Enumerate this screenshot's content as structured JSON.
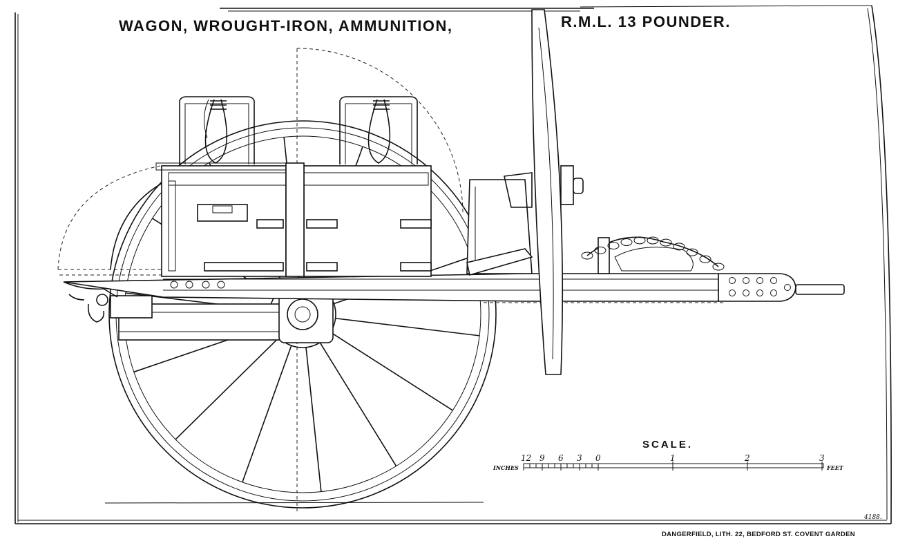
{
  "title": {
    "left": "WAGON, WROUGHT-IRON, AMMUNITION,",
    "right": "R.M.L. 13 POUNDER."
  },
  "scale": {
    "title": "SCALE.",
    "inches_label": "INCHES",
    "feet_label": "FEET",
    "inch_ticks": [
      "12",
      "9",
      "6",
      "3",
      "0"
    ],
    "feet_ticks": [
      "1",
      "2",
      "3"
    ]
  },
  "plate_number": "4188.",
  "credit": "DANGERFIELD, LITH. 22, BEDFORD ST. COVENT GARDEN"
}
